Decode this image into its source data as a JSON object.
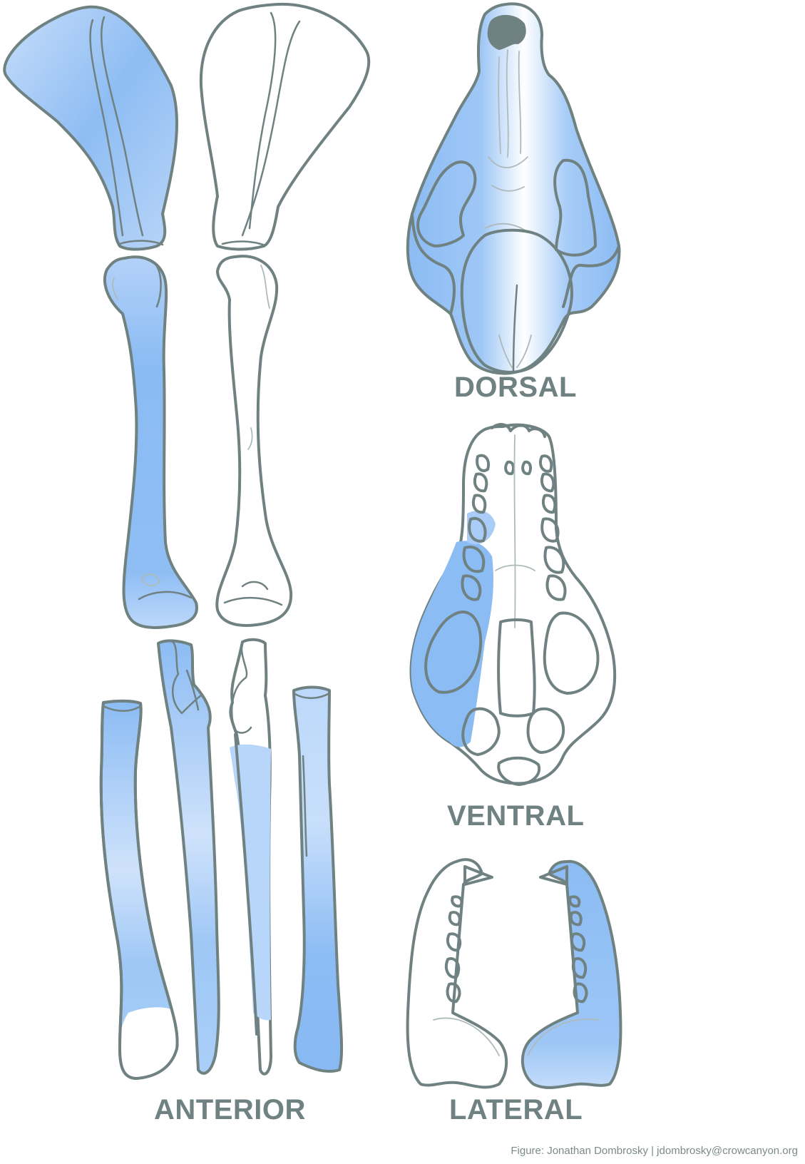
{
  "figure": {
    "labels": {
      "dorsal": "DORSAL",
      "ventral": "VENTRAL",
      "anterior": "ANTERIOR",
      "lateral": "LATERAL"
    },
    "credit": "Figure: Jonathan Dombrosky | jdombrosky@crowcanyon.org"
  },
  "colors": {
    "outline": "#6f8181",
    "fill_blue": "#8cbcf4",
    "fill_light_blue": "#b8d6f9",
    "background": "#ffffff"
  }
}
